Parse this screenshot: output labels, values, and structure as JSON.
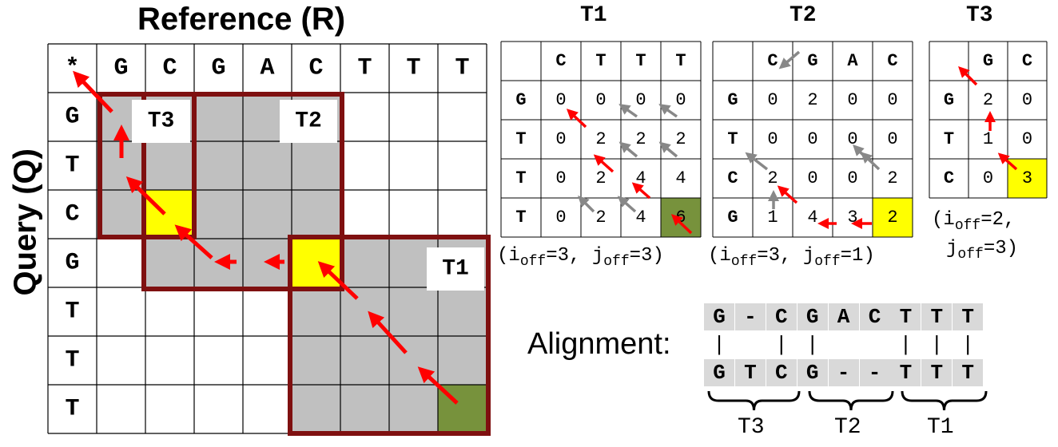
{
  "main_title": "Reference (R)",
  "side_title": "Query (Q)",
  "reference": [
    "*",
    "G",
    "C",
    "G",
    "A",
    "C",
    "T",
    "T",
    "T"
  ],
  "query": [
    "G",
    "T",
    "C",
    "G",
    "T",
    "T",
    "T"
  ],
  "tile_labels": {
    "t1": "T1",
    "t2": "T2",
    "t3": "T3"
  },
  "t1": {
    "title": "T1",
    "cols": [
      "C",
      "T",
      "T",
      "T"
    ],
    "rows": [
      "G",
      "T",
      "T",
      "T"
    ],
    "cells": [
      [
        "0",
        "0",
        "0",
        "0"
      ],
      [
        "0",
        "2",
        "2",
        "2"
      ],
      [
        "0",
        "2",
        "4",
        "4"
      ],
      [
        "0",
        "2",
        "4",
        "6"
      ]
    ],
    "offset": "(i_off=3, j_off=3)",
    "i_off": "=3, ",
    "j_off": "=3)"
  },
  "t2": {
    "title": "T2",
    "cols": [
      "C",
      "G",
      "A",
      "C"
    ],
    "rows": [
      "G",
      "T",
      "C",
      "G"
    ],
    "cells": [
      [
        "0",
        "2",
        "0",
        "0"
      ],
      [
        "0",
        "0",
        "0",
        "0"
      ],
      [
        "2",
        "0",
        "0",
        "2"
      ],
      [
        "1",
        "4",
        "3",
        "2"
      ]
    ],
    "i_off": "=3, ",
    "j_off": "=1)"
  },
  "t3": {
    "title": "T3",
    "cols": [
      "G",
      "C"
    ],
    "rows": [
      "G",
      "T",
      "C"
    ],
    "cells": [
      [
        "2",
        "0"
      ],
      [
        "1",
        "0"
      ],
      [
        "0",
        "3"
      ]
    ],
    "i_off": "=2,",
    "j_off": "=3)"
  },
  "alignment": {
    "label": "Alignment:",
    "top": [
      "G",
      "-",
      "C",
      "G",
      "A",
      "C",
      "T",
      "T",
      "T"
    ],
    "bars": [
      "|",
      " ",
      "|",
      "|",
      " ",
      " ",
      "|",
      "|",
      "|"
    ],
    "bottom": [
      "G",
      "T",
      "C",
      "G",
      "-",
      "-",
      "T",
      "T",
      "T"
    ],
    "groups": [
      "T3",
      "T2",
      "T1"
    ]
  },
  "colors": {
    "gray": "#c0c0c0",
    "yellow": "#ffff00",
    "green": "#77923c",
    "border": "#7f1010",
    "arrow": "#ff0000",
    "grayarrow": "#888888"
  }
}
